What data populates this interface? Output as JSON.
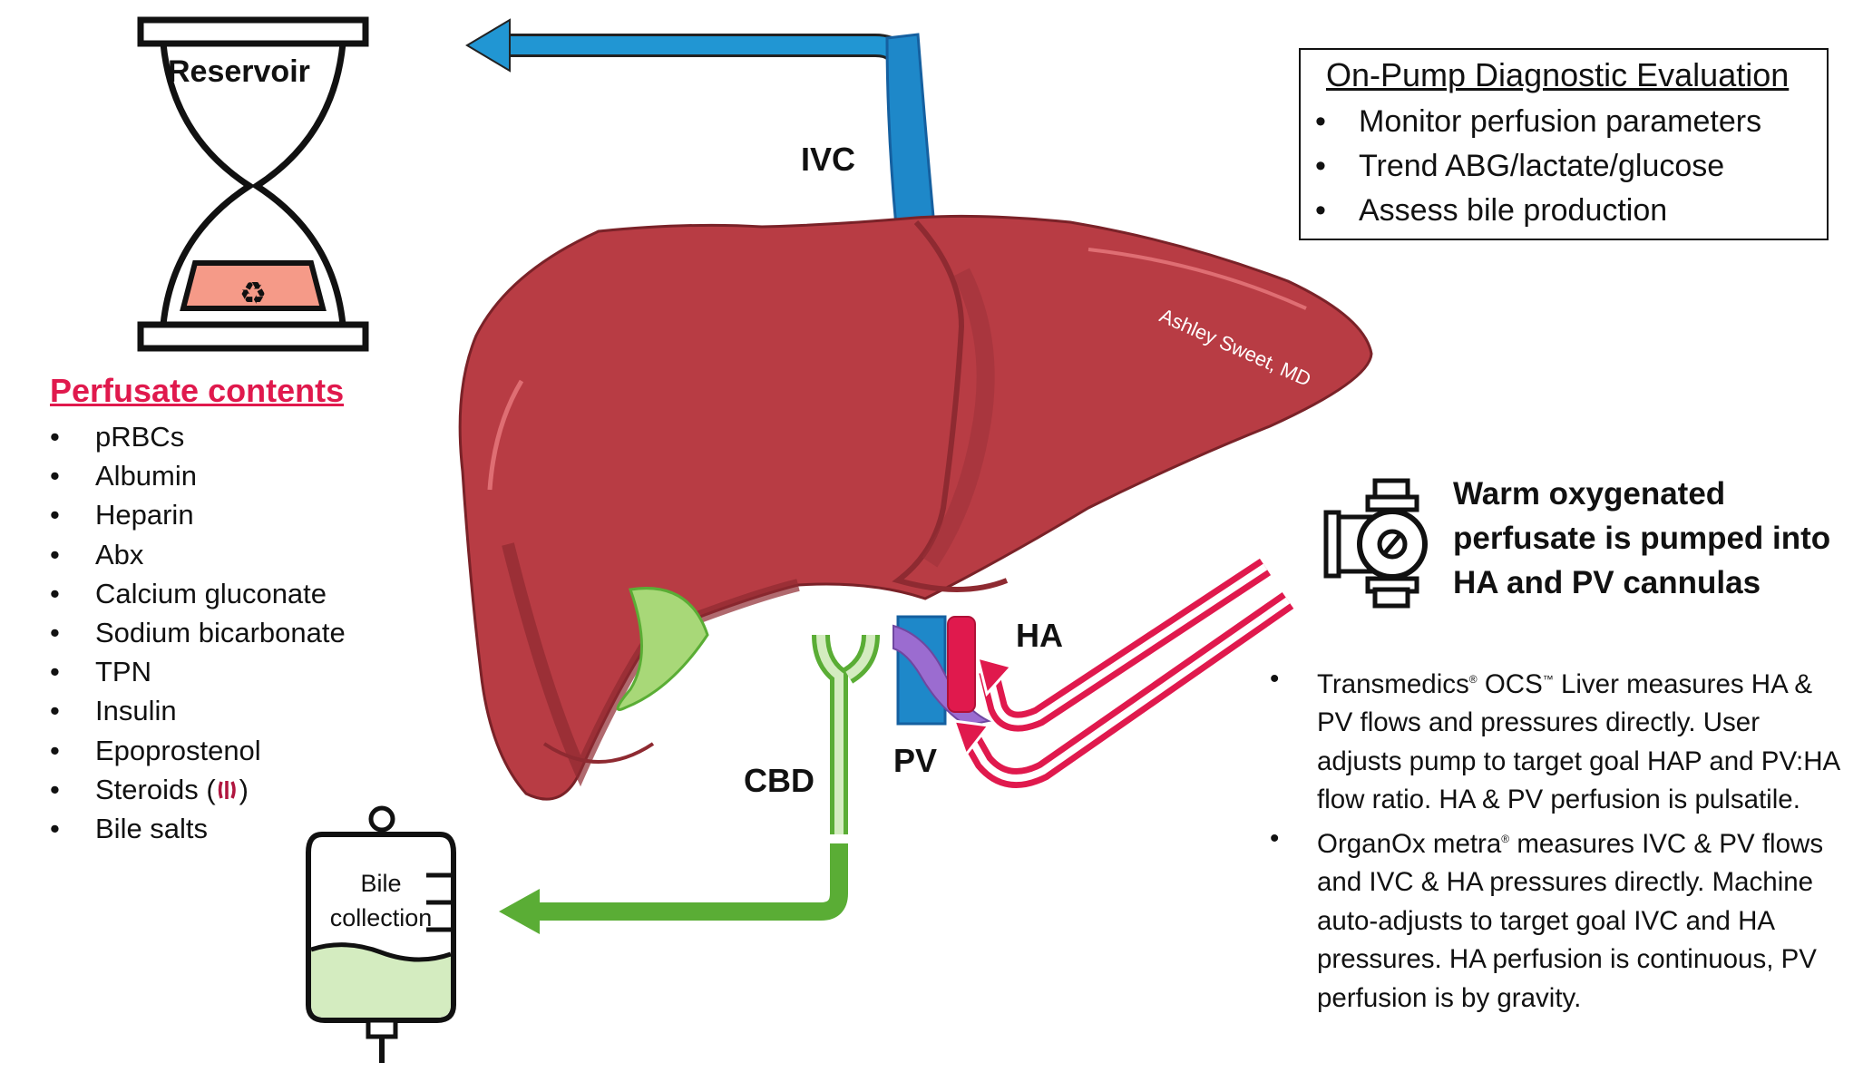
{
  "reservoir": {
    "label": "Reservoir"
  },
  "vessels": {
    "ivc": "IVC",
    "ha": "HA",
    "pv": "PV",
    "cbd": "CBD"
  },
  "watermark": "Ashley Sweet, MD",
  "diagnostic": {
    "title": "On-Pump Diagnostic Evaluation",
    "items": [
      "Monitor perfusion parameters",
      "Trend ABG/lactate/glucose",
      "Assess bile production"
    ]
  },
  "perfusate": {
    "title": "Perfusate contents",
    "items": [
      "pRBCs",
      "Albumin",
      "Heparin",
      "Abx",
      "Calcium gluconate",
      "Sodium bicarbonate",
      "TPN",
      "Insulin",
      "Epoprostenol",
      "Steroids (",
      "Bile salts"
    ],
    "steroids_close": ")"
  },
  "pump": {
    "text": "Warm oxygenated perfusate is pumped into HA and PV cannulas"
  },
  "devices": {
    "ocs_brand": "Transmedics",
    "ocs_reg": "®",
    "ocs_product": "OCS",
    "ocs_tm": "™",
    "ocs_text": "Liver measures HA & PV flows and pressures directly. User adjusts pump to target goal HAP and PV:HA flow ratio. HA & PV perfusion is pulsatile.",
    "organox_brand": "OrganOx metra",
    "organox_reg": "®",
    "organox_text": "measures IVC & PV flows and IVC & HA pressures directly. Machine auto-adjusts to target goal IVC and HA pressures. HA perfusion is continuous, PV perfusion is by gravity."
  },
  "bag": {
    "label_line1": "Bile",
    "label_line2": "collection"
  },
  "colors": {
    "liver": "#b83c44",
    "liver_dark": "#8e2a31",
    "ivc": "#1e88c9",
    "ivc_dark": "#1560a0",
    "arrow_blue": "#2196d3",
    "ha_red": "#e0194d",
    "pv_purple": "#9b6cd0",
    "gallbladder": "#a8d878",
    "cbd_green": "#5aad35",
    "reservoir_pink": "#f59a88",
    "title_red": "#e0194d",
    "bile_fill": "#d4ecc0"
  }
}
